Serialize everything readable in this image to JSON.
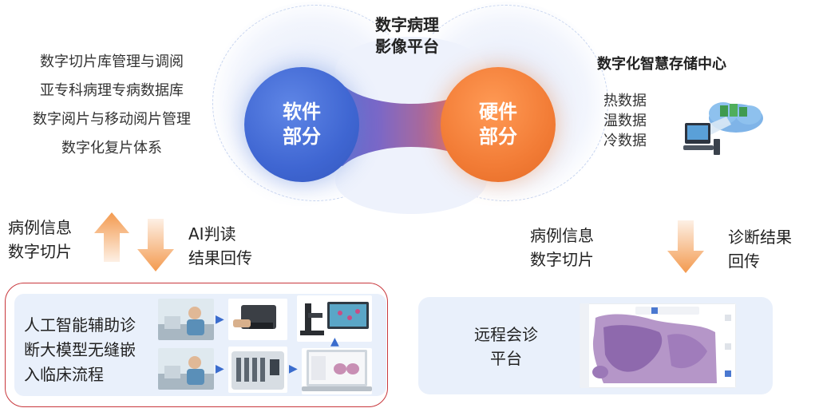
{
  "center": {
    "title_line1": "数字病理",
    "title_line2": "影像平台",
    "software_line1": "软件",
    "software_line2": "部分",
    "hardware_line1": "硬件",
    "hardware_line2": "部分"
  },
  "software_features": [
    "数字切片库管理与调阅",
    "亚专科病理专病数据库",
    "数字阅片与移动阅片管理",
    "数字化复片体系"
  ],
  "storage": {
    "title": "数字化智慧存储中心",
    "tiers": [
      "热数据",
      "温数据",
      "冷数据"
    ]
  },
  "left_flow": {
    "up_label_line1": "病例信息",
    "up_label_line2": "数字切片",
    "down_label_line1": "AI判读",
    "down_label_line2": "结果回传"
  },
  "right_flow": {
    "up_label_line1": "病例信息",
    "up_label_line2": "数字切片",
    "down_label_line1": "诊断结果",
    "down_label_line2": "回传"
  },
  "ai_panel": {
    "line1": "人工智能辅助诊",
    "line2": "断大模型无缝嵌",
    "line3": "入临床流程"
  },
  "remote_panel": {
    "line1": "远程会诊",
    "line2": "平台"
  },
  "colors": {
    "software_blue": "#3f66d2",
    "hardware_orange": "#f27c36",
    "arrow_orange": "#f39a4f",
    "panel_bg": "#e9f0fb",
    "panel_border_red": "#c8373c"
  }
}
